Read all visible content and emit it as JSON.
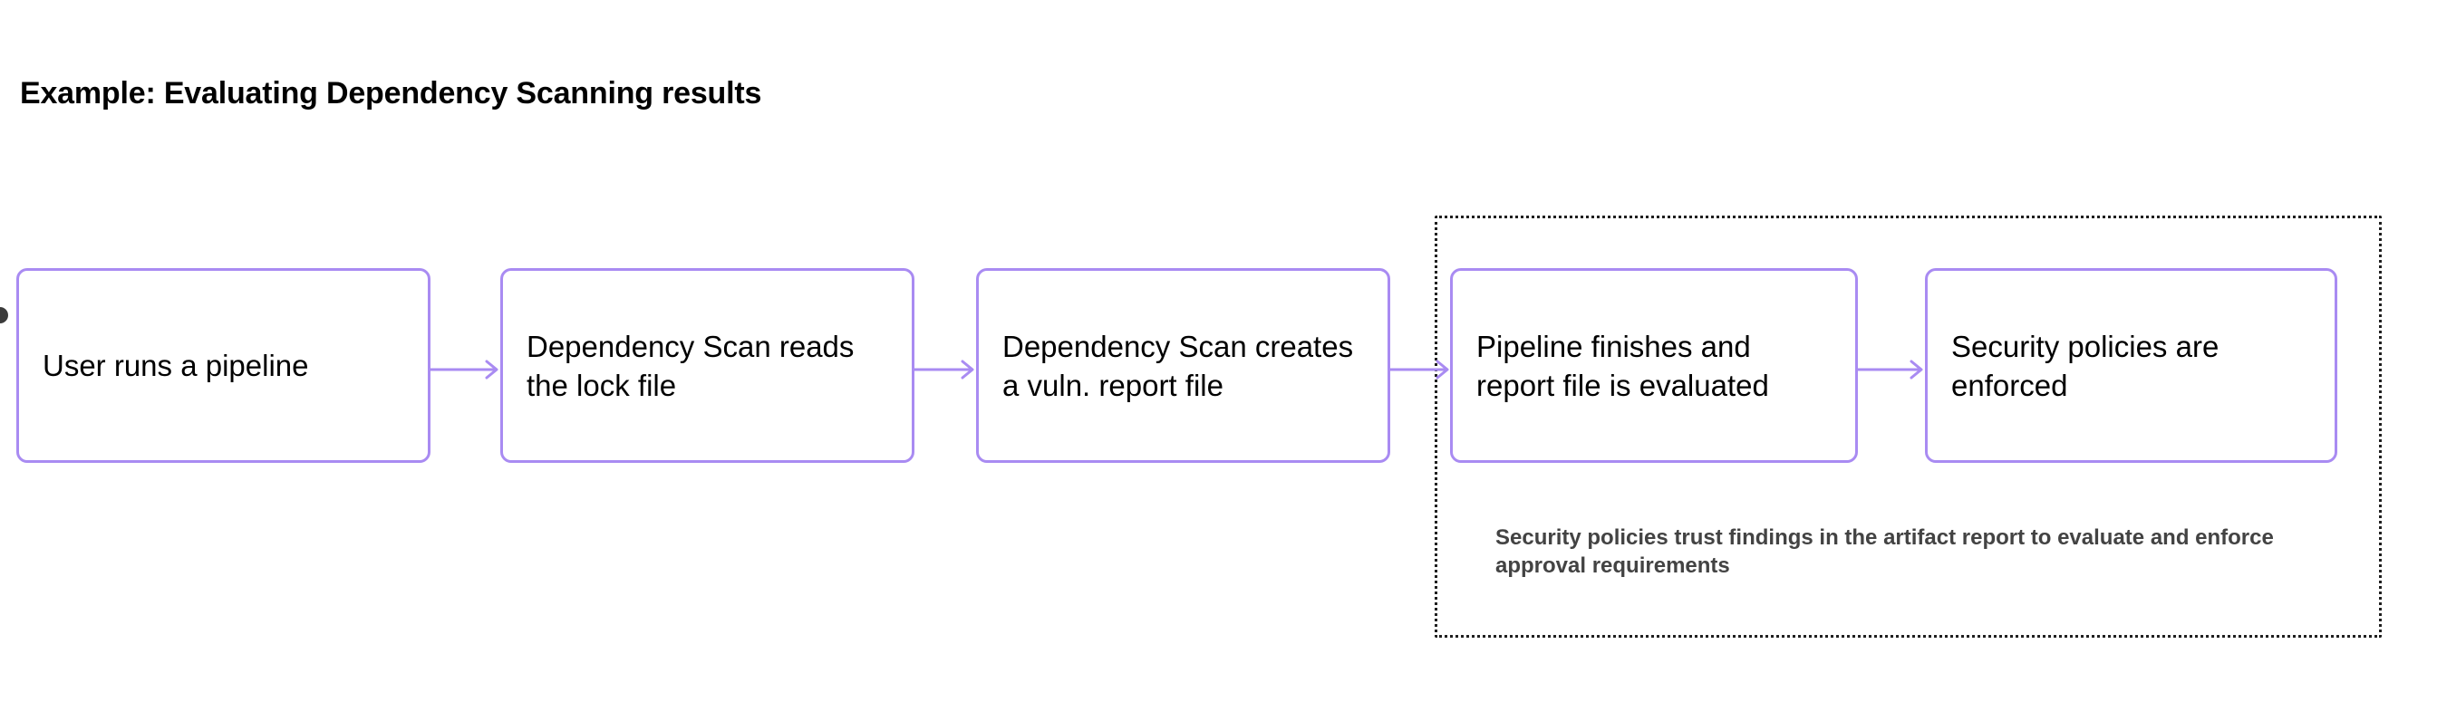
{
  "title": "Example: Evaluating Dependency Scanning results",
  "colors": {
    "node_border": "#a98bf2",
    "arrow": "#a98bf2",
    "group_border": "#1f1f1f",
    "title_text": "#000000",
    "node_text": "#000000",
    "caption_text": "#434343",
    "handle_dot": "#3b3b3b",
    "background": "#ffffff"
  },
  "diagram": {
    "type": "flowchart",
    "direction": "left-to-right",
    "nodes": [
      {
        "id": "node-1",
        "label": "User runs a pipeline"
      },
      {
        "id": "node-2",
        "label": "Dependency Scan reads the lock file"
      },
      {
        "id": "node-3",
        "label": "Dependency Scan creates a vuln. report file"
      },
      {
        "id": "node-4",
        "label": "Pipeline finishes and report file is evaluated"
      },
      {
        "id": "node-5",
        "label": "Security policies are enforced"
      }
    ],
    "edges": [
      {
        "from": "node-1",
        "to": "node-2",
        "arrow": "right-arrow"
      },
      {
        "from": "node-2",
        "to": "node-3",
        "arrow": "right-arrow"
      },
      {
        "from": "node-3",
        "to": "node-4",
        "arrow": "right-arrow"
      },
      {
        "from": "node-4",
        "to": "node-5",
        "arrow": "right-arrow"
      }
    ],
    "group": {
      "members": [
        "node-4",
        "node-5"
      ],
      "border_style": "dotted",
      "caption": "Security policies trust findings in the artifact report to evaluate and enforce approval requirements"
    }
  }
}
